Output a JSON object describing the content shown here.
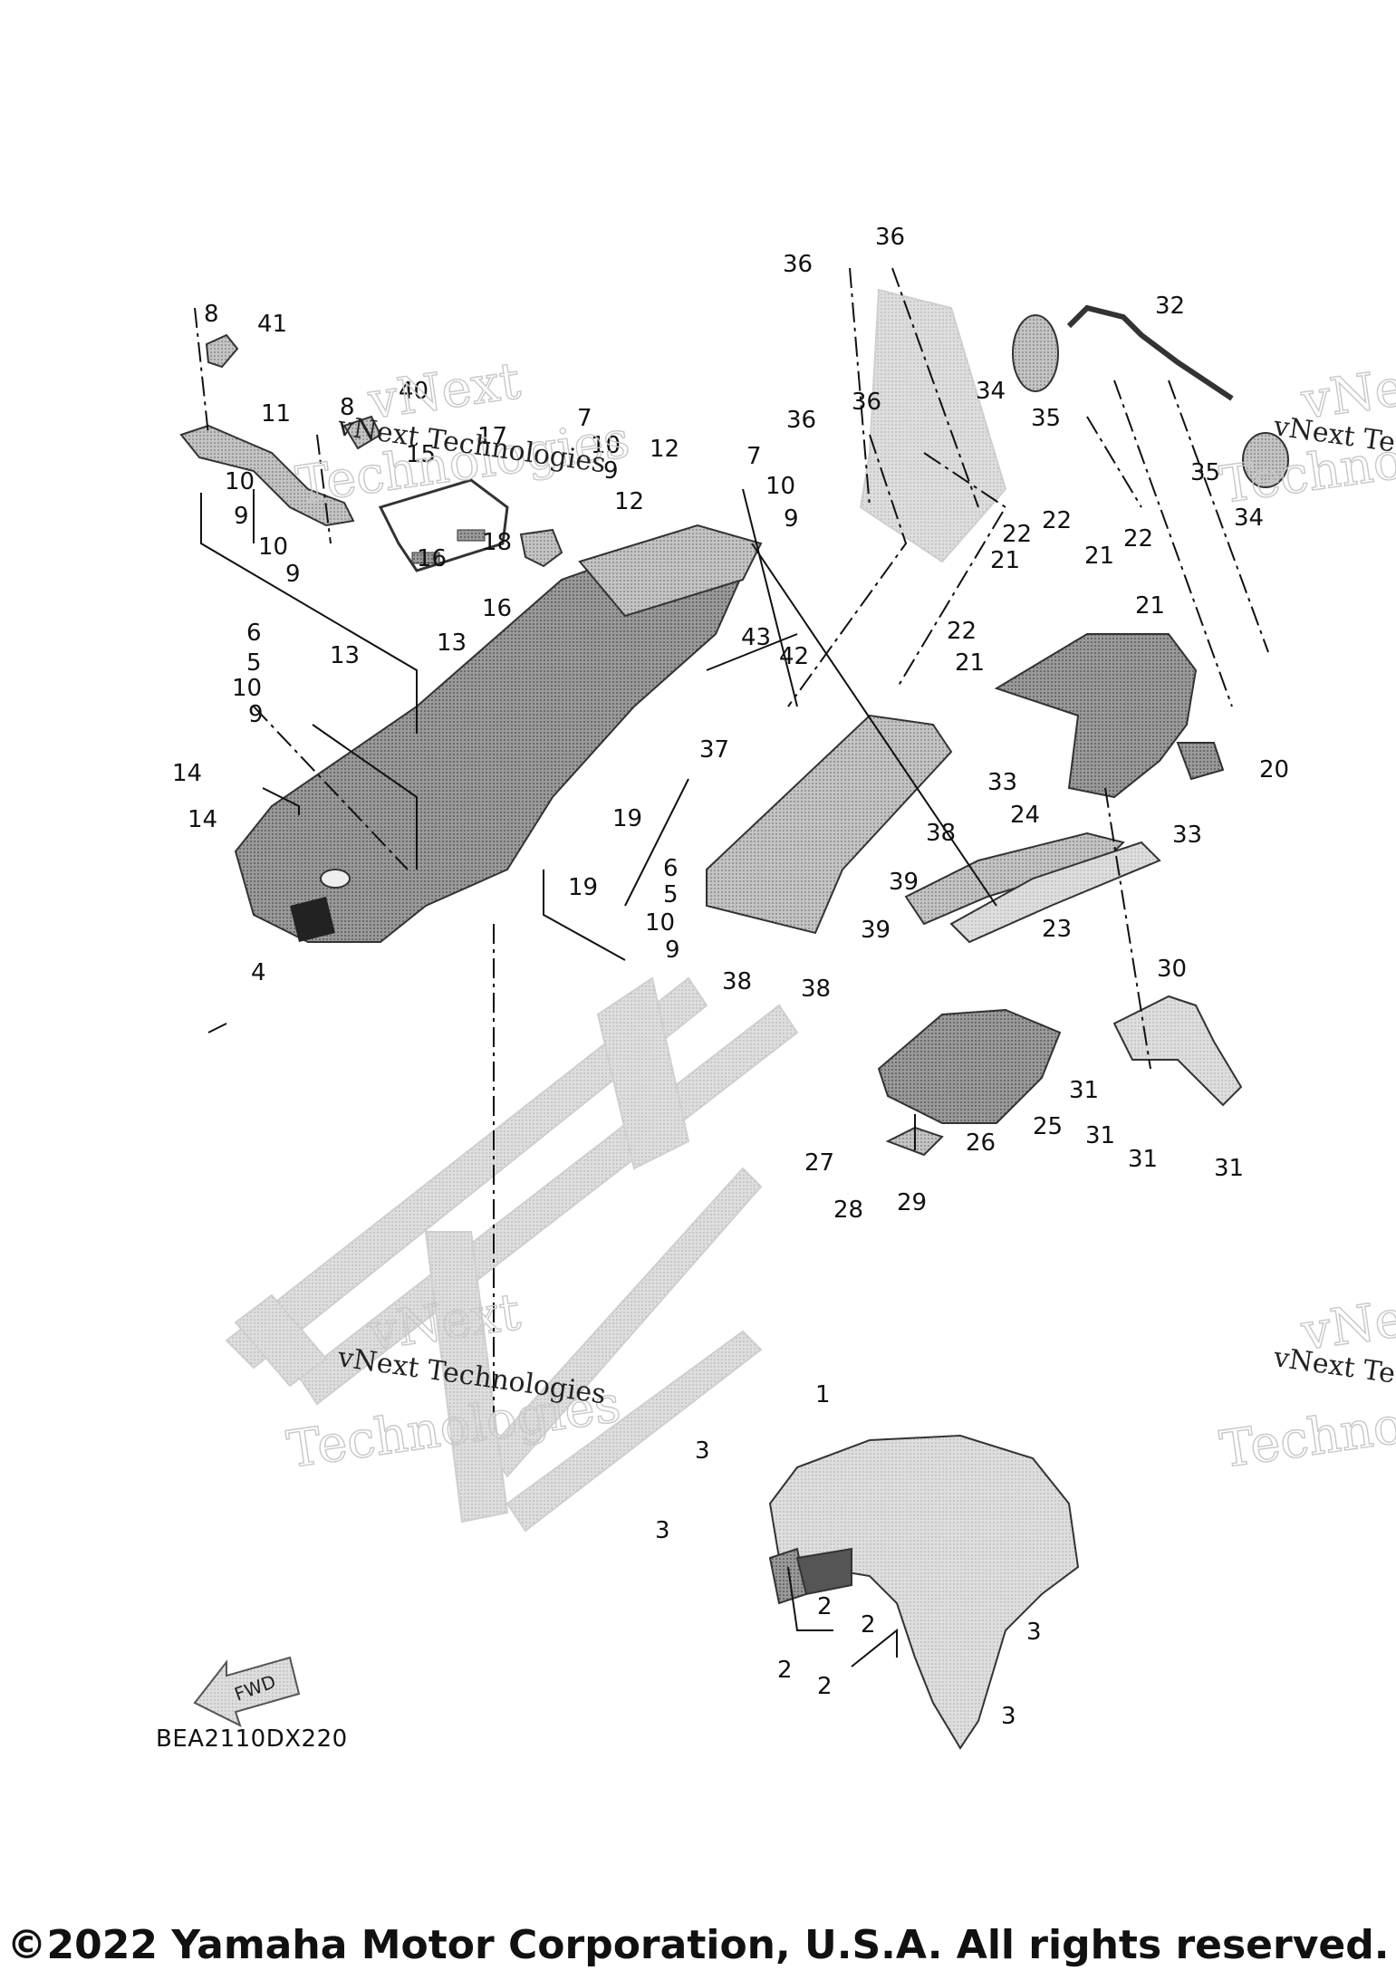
{
  "diagram": {
    "code": "BEA2110DX220",
    "copyright": "©2022 Yamaha Motor Corporation, U.S.A. All rights reserved.",
    "fwd_label": "FWD",
    "watermark": {
      "brand_line": "vNext Technologies",
      "big_word_1": "vNext",
      "big_word_2": "Technologies",
      "clipped_line": "vNext Te",
      "clipped_big_1": "vNext",
      "clipped_big_2": "Techno"
    },
    "callouts": [
      {
        "n": "36"
      },
      {
        "n": "36"
      },
      {
        "n": "32"
      },
      {
        "n": "8"
      },
      {
        "n": "41"
      },
      {
        "n": "34"
      },
      {
        "n": "35"
      },
      {
        "n": "40"
      },
      {
        "n": "8"
      },
      {
        "n": "11"
      },
      {
        "n": "36"
      },
      {
        "n": "36"
      },
      {
        "n": "35"
      },
      {
        "n": "34"
      },
      {
        "n": "7"
      },
      {
        "n": "10"
      },
      {
        "n": "9"
      },
      {
        "n": "17"
      },
      {
        "n": "15"
      },
      {
        "n": "12"
      },
      {
        "n": "7"
      },
      {
        "n": "10"
      },
      {
        "n": "9"
      },
      {
        "n": "12"
      },
      {
        "n": "10"
      },
      {
        "n": "9"
      },
      {
        "n": "10"
      },
      {
        "n": "9"
      },
      {
        "n": "16"
      },
      {
        "n": "18"
      },
      {
        "n": "16"
      },
      {
        "n": "22"
      },
      {
        "n": "21"
      },
      {
        "n": "22"
      },
      {
        "n": "22"
      },
      {
        "n": "21"
      },
      {
        "n": "21"
      },
      {
        "n": "22"
      },
      {
        "n": "21"
      },
      {
        "n": "6"
      },
      {
        "n": "5"
      },
      {
        "n": "10"
      },
      {
        "n": "9"
      },
      {
        "n": "13"
      },
      {
        "n": "13"
      },
      {
        "n": "43"
      },
      {
        "n": "42"
      },
      {
        "n": "37"
      },
      {
        "n": "20"
      },
      {
        "n": "33"
      },
      {
        "n": "33"
      },
      {
        "n": "14"
      },
      {
        "n": "14"
      },
      {
        "n": "19"
      },
      {
        "n": "19"
      },
      {
        "n": "38"
      },
      {
        "n": "24"
      },
      {
        "n": "39"
      },
      {
        "n": "39"
      },
      {
        "n": "6"
      },
      {
        "n": "5"
      },
      {
        "n": "10"
      },
      {
        "n": "9"
      },
      {
        "n": "23"
      },
      {
        "n": "4"
      },
      {
        "n": "38"
      },
      {
        "n": "38"
      },
      {
        "n": "30"
      },
      {
        "n": "31"
      },
      {
        "n": "25"
      },
      {
        "n": "31"
      },
      {
        "n": "31"
      },
      {
        "n": "31"
      },
      {
        "n": "27"
      },
      {
        "n": "26"
      },
      {
        "n": "28"
      },
      {
        "n": "29"
      },
      {
        "n": "1"
      },
      {
        "n": "3"
      },
      {
        "n": "3"
      },
      {
        "n": "2"
      },
      {
        "n": "2"
      },
      {
        "n": "3"
      },
      {
        "n": "2"
      },
      {
        "n": "2"
      },
      {
        "n": "3"
      }
    ]
  }
}
